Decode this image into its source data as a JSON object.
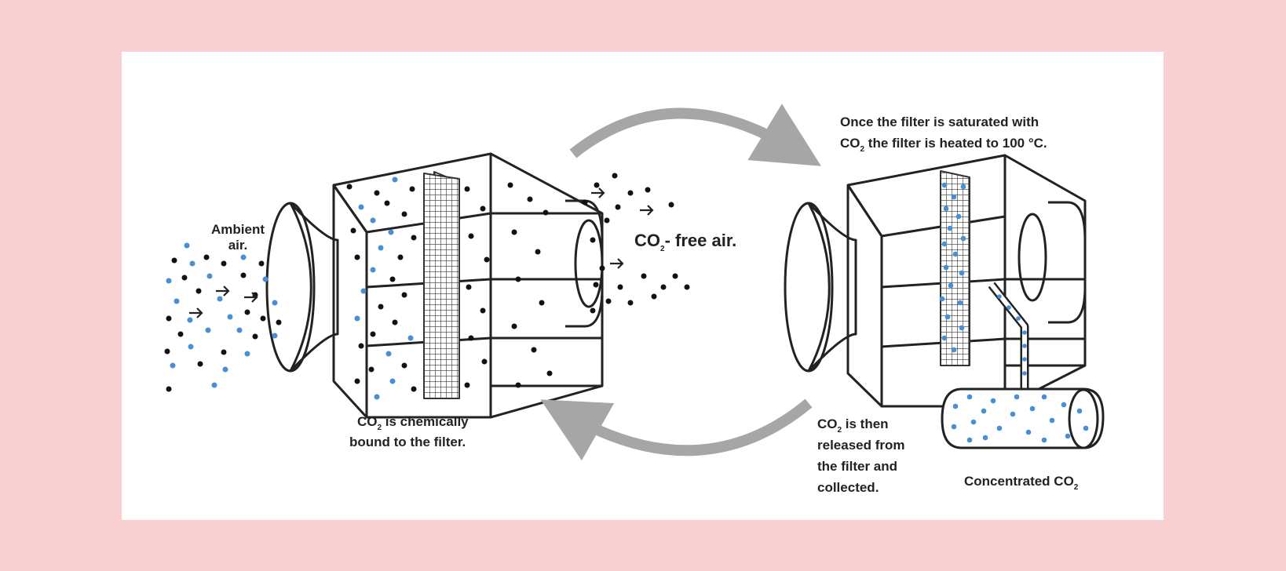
{
  "labels": {
    "ambient_1": "Ambient",
    "ambient_2": "air.",
    "co2_free_pre": "CO",
    "co2_free_sub": "2",
    "co2_free_post": "- free air.",
    "bound_1_pre": "CO",
    "bound_1_sub": "2",
    "bound_1_post": " is chemically",
    "bound_2": "bound to the filter.",
    "saturated_1": "Once the filter is saturated with",
    "saturated_2_pre": "CO",
    "saturated_2_sub": "2",
    "saturated_2_post": " the filter is heated to 100 °C.",
    "released_1_pre": "CO",
    "released_1_sub": "2",
    "released_1_post": " is then",
    "released_2": "released from",
    "released_3": "the filter and",
    "released_4": "collected.",
    "concentrated_pre": "Concentrated CO",
    "concentrated_sub": "2"
  },
  "colors": {
    "background": "#f8d0d1",
    "panel": "#ffffff",
    "outline": "#222222",
    "co2_dot": "#4a8fd4",
    "air_dot": "#111111",
    "cycle_arrow": "#a6a6a6"
  }
}
